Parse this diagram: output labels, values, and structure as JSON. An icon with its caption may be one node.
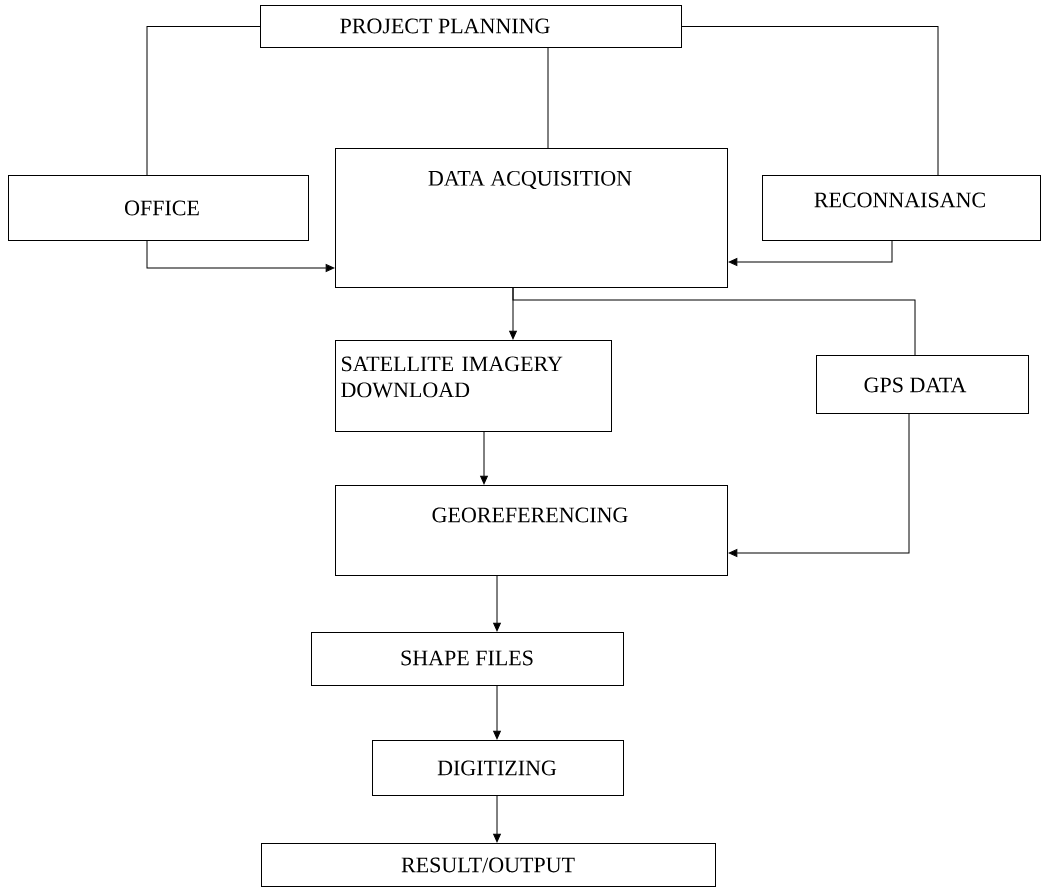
{
  "diagram": {
    "nodes": [
      {
        "text": [
          "PROJECT PLANNING"
        ]
      },
      {
        "text": [
          "OFFICE"
        ]
      },
      {
        "text": [
          "DATA ACQUISITION"
        ]
      },
      {
        "text": [
          "RECONNAISANC"
        ]
      },
      {
        "text": [
          "SATELLITE IMAGERY DOWNLOAD"
        ]
      },
      {
        "text": [
          "GPS DATA"
        ]
      },
      {
        "text": [
          "GEOREFERENCING"
        ]
      },
      {
        "text": [
          "SHAPE FILES"
        ]
      },
      {
        "text": [
          "DIGITIZING"
        ]
      },
      {
        "text": [
          "RESULT/OUTPUT"
        ]
      }
    ],
    "edges": [
      {
        "from": 0,
        "to": 1,
        "arrow": "none"
      },
      {
        "from": 0,
        "to": 2,
        "arrow": "none"
      },
      {
        "from": 0,
        "to": 3,
        "arrow": "none"
      },
      {
        "from": 1,
        "to": 2,
        "arrow": "to"
      },
      {
        "from": 3,
        "to": 2,
        "arrow": "to"
      },
      {
        "from": 2,
        "to": 4,
        "arrow": "to"
      },
      {
        "from": 2,
        "to": 5,
        "arrow": "none"
      },
      {
        "from": 4,
        "to": 6,
        "arrow": "to"
      },
      {
        "from": 5,
        "to": 6,
        "arrow": "to"
      },
      {
        "from": 6,
        "to": 7,
        "arrow": "to"
      },
      {
        "from": 7,
        "to": 8,
        "arrow": "to"
      },
      {
        "from": 8,
        "to": 9,
        "arrow": "to"
      }
    ]
  }
}
